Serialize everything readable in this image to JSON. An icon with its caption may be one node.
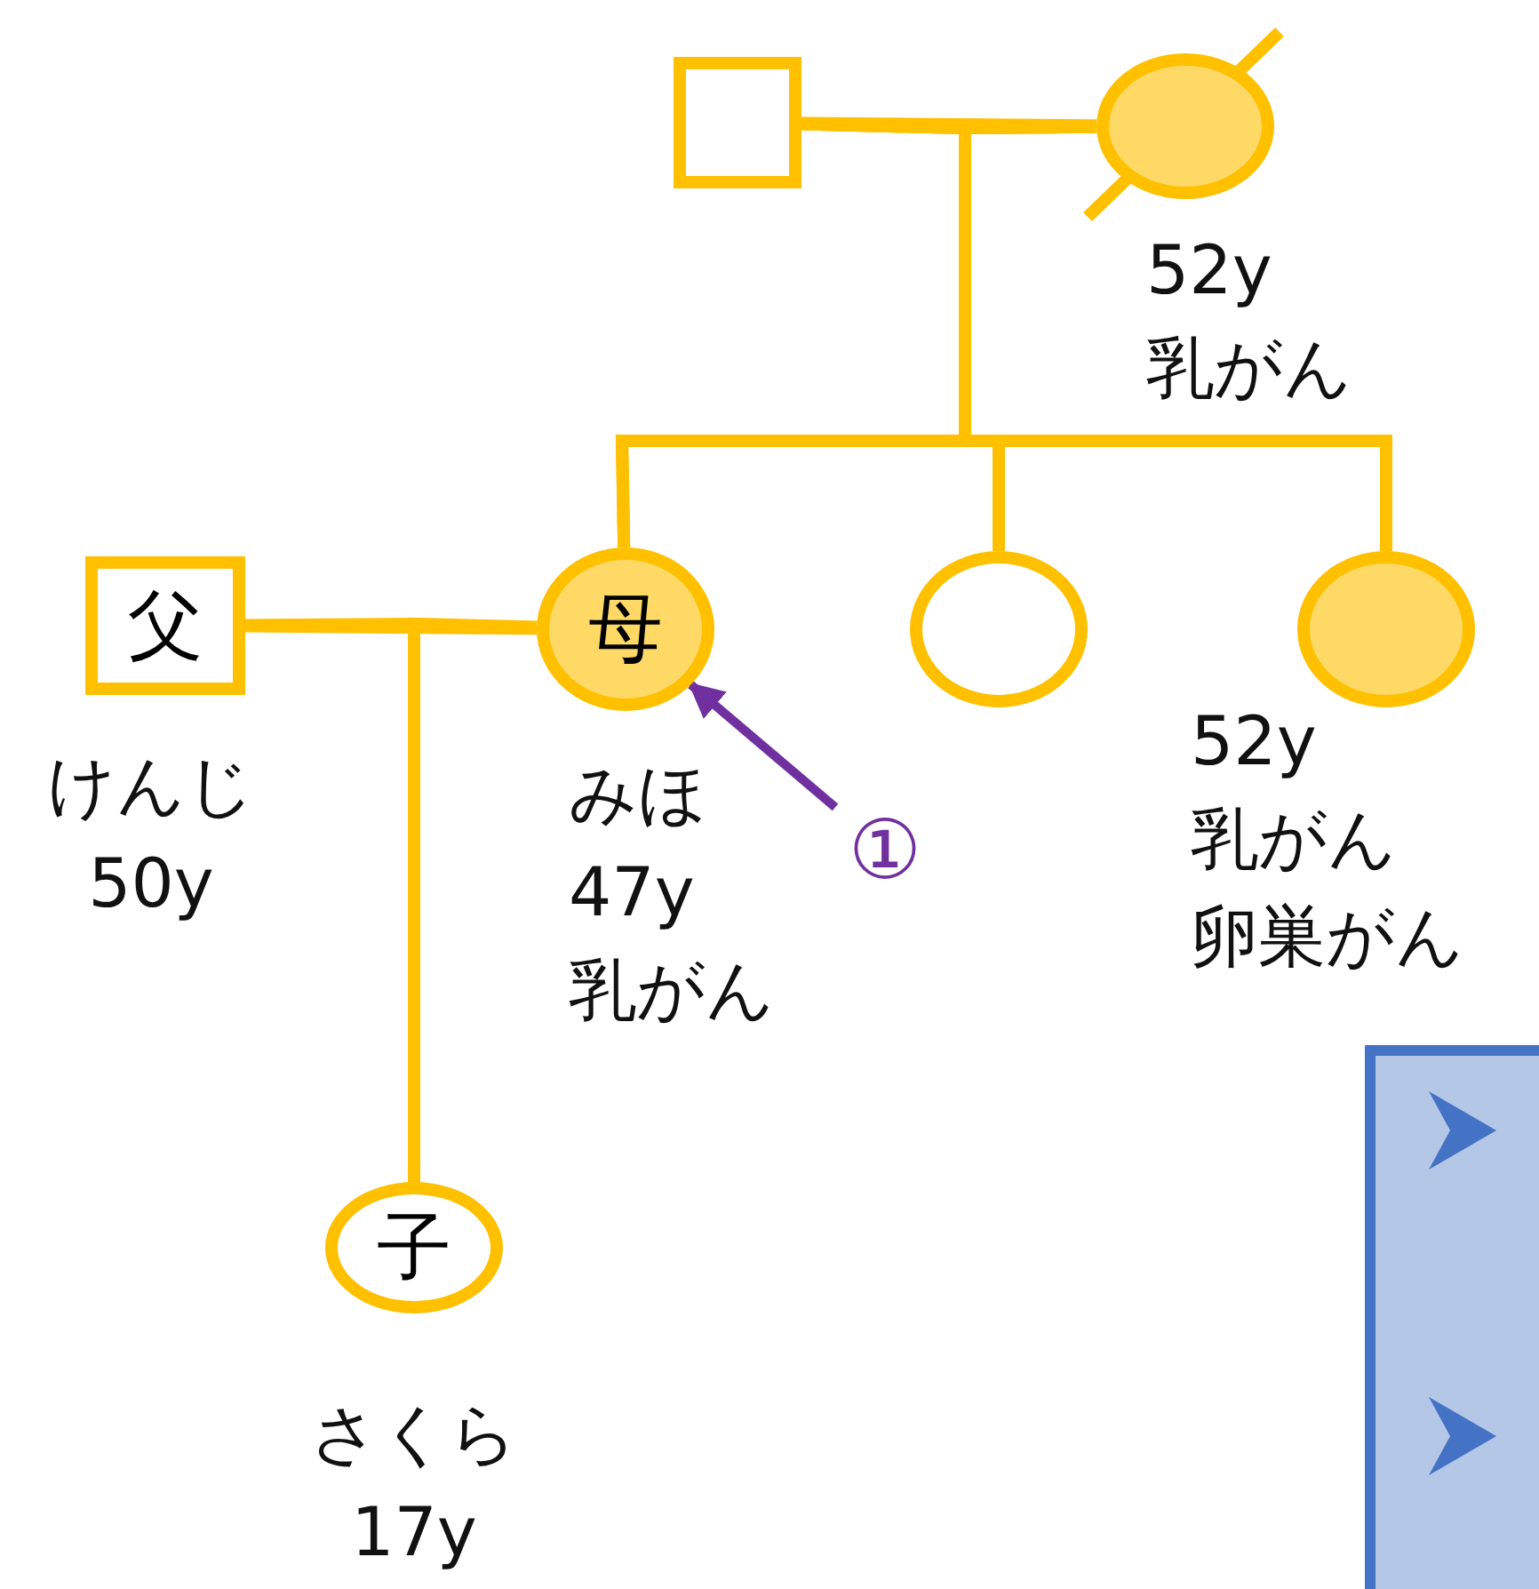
{
  "diagram": {
    "nodes": [
      {
        "text": [],
        "shape": "box"
      },
      {
        "text": [],
        "shape": "circle",
        "beside": [
          "52y",
          "乳がん"
        ]
      },
      {
        "text": [
          "父"
        ],
        "beside": [
          "けんじ",
          "50y"
        ]
      },
      {
        "text": [
          "母"
        ],
        "beside": [
          "みほ",
          "47y",
          "乳がん"
        ]
      },
      {
        "text": [],
        "shape": "circle"
      },
      {
        "text": [],
        "shape": "circle",
        "beside": [
          "52y",
          "乳がん",
          "卵巣がん"
        ]
      },
      {
        "text": [
          "子"
        ],
        "beside": [
          "さくら",
          "17y"
        ]
      },
      {
        "text": [
          "①"
        ]
      }
    ],
    "edges": [
      {
        "from": 0,
        "to": 1,
        "arrow": "none"
      },
      {
        "from": 0,
        "to": 3,
        "arrow": "none"
      },
      {
        "from": 0,
        "to": 4,
        "arrow": "none"
      },
      {
        "from": 0,
        "to": 5,
        "arrow": "none"
      },
      {
        "from": 1,
        "to": 3,
        "arrow": "none"
      },
      {
        "from": 1,
        "to": 4,
        "arrow": "none"
      },
      {
        "from": 1,
        "to": 5,
        "arrow": "none"
      },
      {
        "from": 2,
        "to": 3,
        "arrow": "none"
      },
      {
        "from": 2,
        "to": 6,
        "arrow": "none"
      },
      {
        "from": 3,
        "to": 6,
        "arrow": "none"
      },
      {
        "from": 7,
        "to": 3,
        "arrow": "to",
        "color": "#7030a0"
      }
    ]
  }
}
